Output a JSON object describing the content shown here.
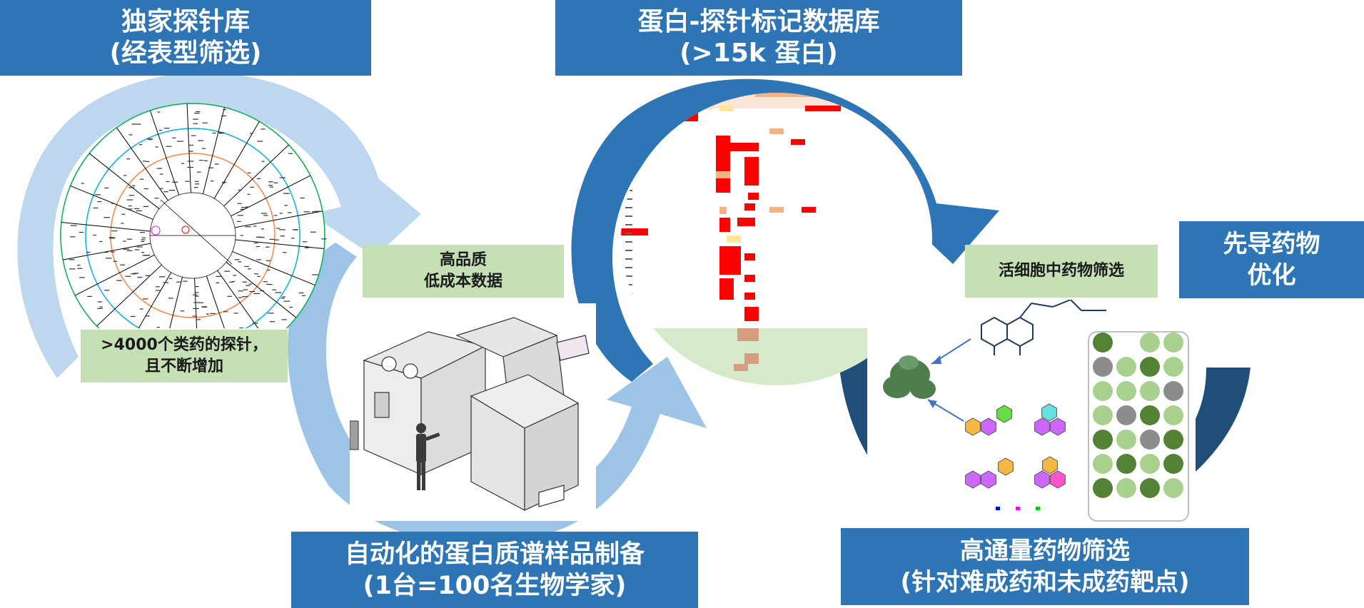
{
  "boxes": {
    "probe_library": {
      "line1": "独家探针库",
      "line2": "(经表型筛选)"
    },
    "protein_probe_db": {
      "line1": "蛋白-探针标记数据库",
      "line2": "(>15k 蛋白)"
    },
    "lead_optimization": {
      "line1": "先导药物",
      "line2": "优化"
    },
    "automation": {
      "line1": "自动化的蛋白质谱样品制备",
      "line2": "(1台=100名生物学家)"
    },
    "hts": {
      "line1": "高通量药物筛选",
      "line2": "(针对难成药和未成药靶点)"
    }
  },
  "notes": {
    "probes_count": {
      "line1": ">4000个类药的探针，",
      "line2": "且不断增加"
    },
    "quality_data": {
      "line1": "高品质",
      "line2": "低成本数据"
    },
    "live_cell": {
      "line1": "活细胞中药物筛选"
    }
  },
  "colors": {
    "dark_blue": "#2e75b6",
    "navy": "#1f4e79",
    "light_blue": "#9dc3e6",
    "pale_blue": "#bdd7ee",
    "note_green": "#c5e0b4",
    "heatmap_red": "#ff0000",
    "heatmap_orange": "#f4b183",
    "heatmap_yellow": "#ffe699",
    "well_dark": "#548235",
    "well_light": "#a9d18e",
    "well_gray": "#8c8c8c"
  }
}
